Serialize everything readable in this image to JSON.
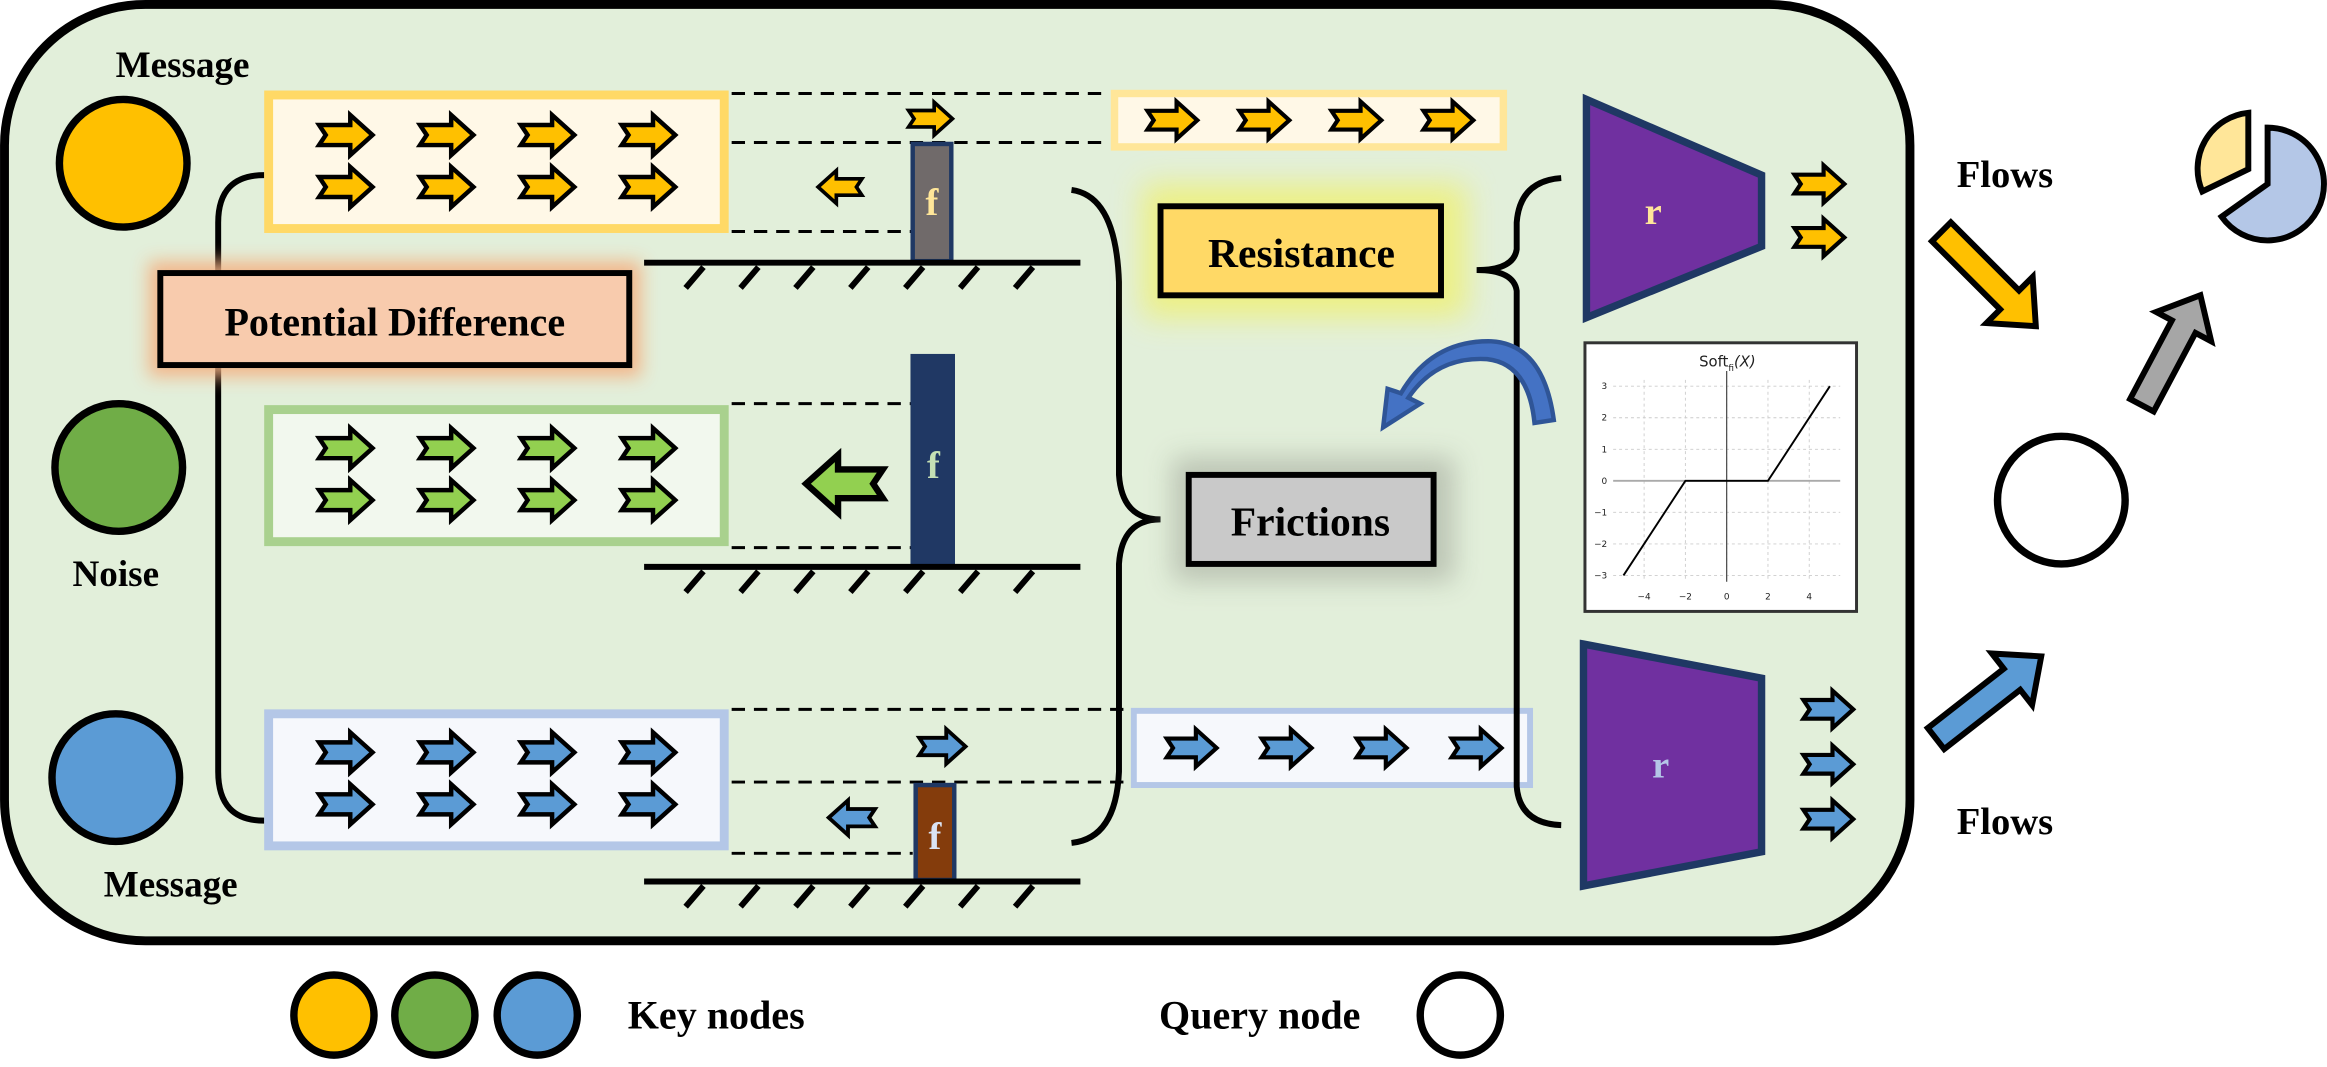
{
  "labels": {
    "message_top": "Message",
    "noise": "Noise",
    "message_bottom": "Message",
    "potential_difference": "Potential Difference",
    "resistance": "Resistance",
    "frictions": "Frictions",
    "flows_top": "Flows",
    "flows_bottom": "Flows",
    "friction_symbol": "f",
    "resistance_symbol": "r"
  },
  "legend": {
    "key_nodes": "Key nodes",
    "query_node": "Query node"
  },
  "colors": {
    "panel_bg": "#e2efda",
    "message_yellow": "#ffc000",
    "noise_green": "#70ad47",
    "message_blue": "#5b9bd5",
    "resistance_purple": "#7030a0",
    "potential_box": "#f8cbad",
    "resistance_box": "#ffd966",
    "frictions_box": "#c9c9c9"
  },
  "streams": [
    {
      "name": "message-top",
      "input_arrows": 8,
      "passed_arrows": 4,
      "outputs": 2
    },
    {
      "name": "noise",
      "input_arrows": 8,
      "passed_arrows": 0,
      "outputs": 0
    },
    {
      "name": "message-bottom",
      "input_arrows": 8,
      "passed_arrows": 4,
      "outputs": 3
    }
  ],
  "chart_data": {
    "type": "line",
    "title": "Soft_fi(X)",
    "title_main": "Soft",
    "title_sub": "fi",
    "title_arg": "(X)",
    "xlabel": "",
    "ylabel": "",
    "xlim": [
      -5.5,
      5.5
    ],
    "ylim": [
      -3.2,
      3.2
    ],
    "xticks": [
      -4,
      -2,
      0,
      2,
      4
    ],
    "yticks": [
      -3,
      -2,
      -1,
      0,
      1,
      2,
      3
    ],
    "xtick_labels": [
      "−4",
      "−2",
      "0",
      "2",
      "4"
    ],
    "ytick_labels": [
      "−3",
      "−2",
      "−1",
      "0",
      "1",
      "2",
      "3"
    ],
    "grid": true,
    "series": [
      {
        "name": "soft-threshold",
        "x": [
          -5,
          -2,
          2,
          5
        ],
        "y": [
          -3,
          0,
          0,
          3
        ]
      }
    ]
  }
}
